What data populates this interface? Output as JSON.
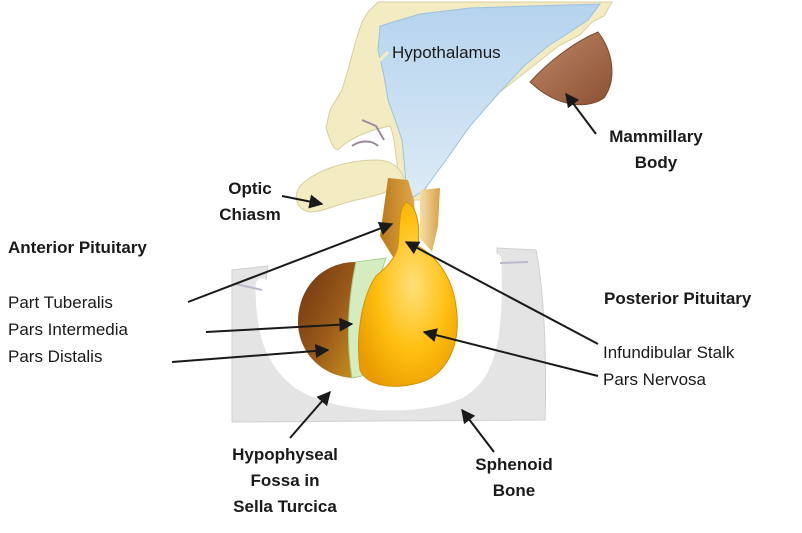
{
  "labels": {
    "hypothalamus": "Hypothalamus",
    "mammillary_body": [
      "Mammillary",
      "Body"
    ],
    "optic_chiasm": [
      "Optic",
      "Chiasm"
    ],
    "anterior_pituitary": "Anterior Pituitary",
    "part_tuberalis": "Part Tuberalis",
    "pars_intermedia": "Pars Intermedia",
    "pars_distalis": "Pars Distalis",
    "posterior_pituitary": "Posterior Pituitary",
    "infundibular_stalk": "Infundibular Stalk",
    "pars_nervosa": "Pars Nervosa",
    "hypophyseal_fossa": [
      "Hypophyseal",
      "Fossa in",
      "Sella Turcica"
    ],
    "sphenoid_bone": [
      "Sphenoid",
      "Bone"
    ]
  },
  "colors": {
    "hypothalamus_fill": "#c5ddf0",
    "tissue_fill": "#f3ecc3",
    "mammillary_fill": "#9a6242",
    "bone_fill": "#e4e4e4",
    "anterior_lobe_dark": "#7a3e14",
    "anterior_lobe_light": "#c7921f",
    "intermedia_fill": "#d4ecc0",
    "posterior_lobe": "#f5b000",
    "posterior_lobe_highlight": "#ffe07a"
  }
}
